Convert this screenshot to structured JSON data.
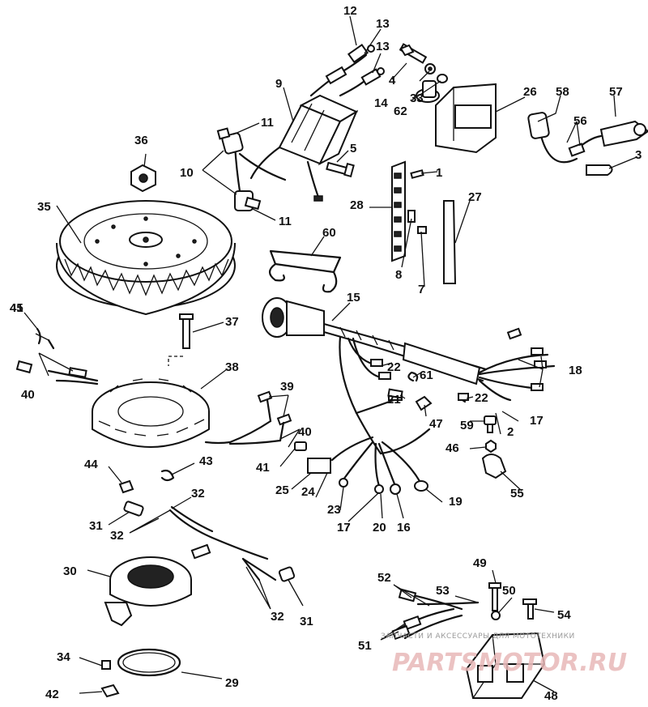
{
  "callouts": [
    "1",
    "2",
    "3",
    "4",
    "5",
    "7",
    "8",
    "9",
    "10",
    "11",
    "11",
    "12",
    "13",
    "13",
    "14",
    "15",
    "16",
    "17",
    "17",
    "17",
    "18",
    "19",
    "20",
    "21",
    "22",
    "22",
    "23",
    "24",
    "25",
    "26",
    "27",
    "28",
    "29",
    "30",
    "31",
    "31",
    "32",
    "32",
    "32",
    "33",
    "34",
    "35",
    "36",
    "37",
    "38",
    "39",
    "40",
    "40",
    "41",
    "41",
    "42",
    "43",
    "44",
    "45",
    "46",
    "47",
    "48",
    "49",
    "50",
    "51",
    "52",
    "53",
    "54",
    "55",
    "56",
    "57",
    "58",
    "59",
    "60",
    "61",
    "62"
  ],
  "watermark": {
    "caption": "ЗАПЧАСТИ И АКСЕССУАРЫ ДЛЯ МОТОТЕХНИКИ",
    "logo": "PARTSMOTOR.RU"
  }
}
